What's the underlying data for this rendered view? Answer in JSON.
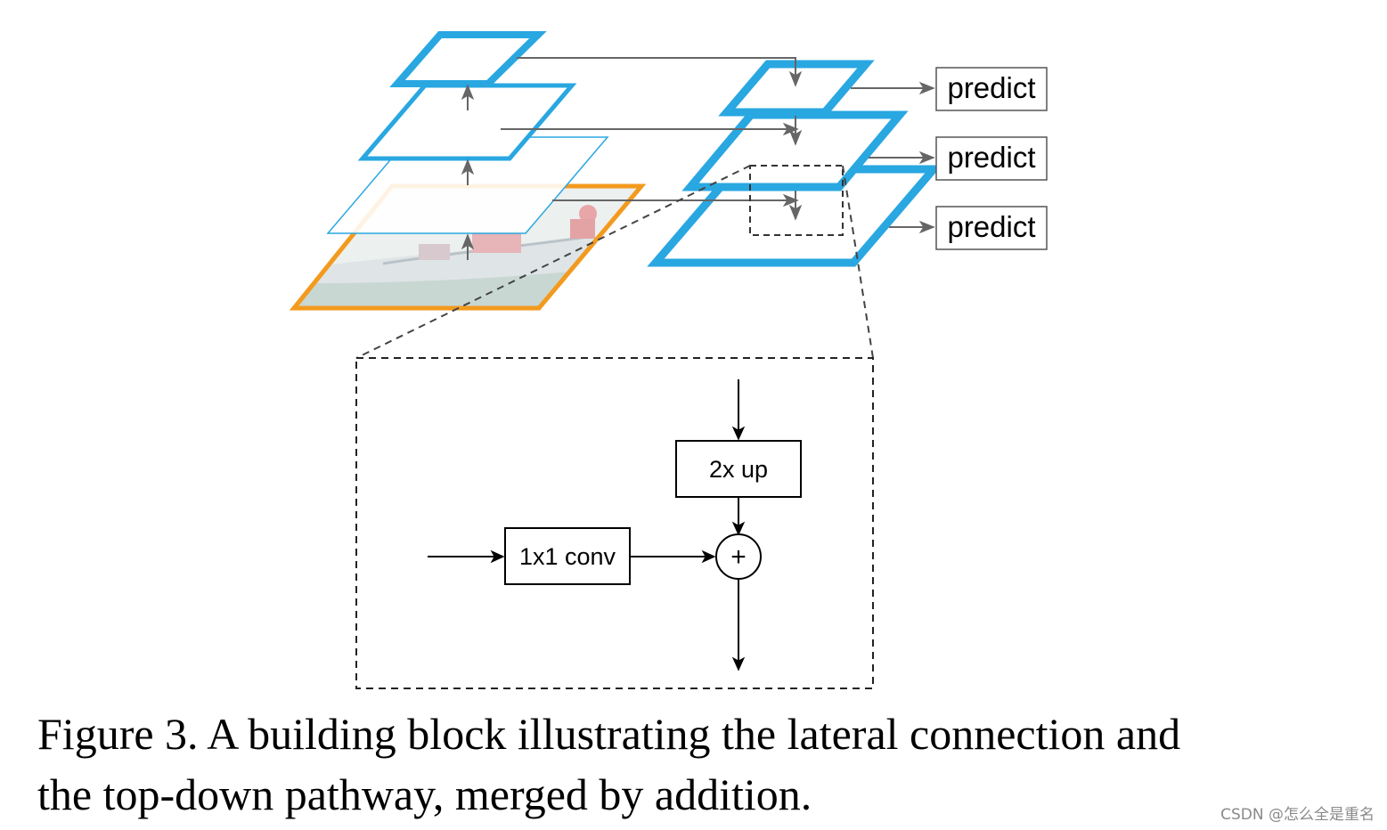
{
  "figure": {
    "predict_labels": [
      "predict",
      "predict",
      "predict"
    ],
    "block": {
      "upsample_label": "2x up",
      "lateral_label": "1x1 conv",
      "merge_symbol": "+"
    },
    "colors": {
      "feature_map": "#29a7e1",
      "input_image_border": "#f39a1e",
      "arrow": "#666666",
      "dashed": "#333333",
      "block_line": "#000000"
    }
  },
  "caption": {
    "line1": "Figure 3. A building block illustrating the lateral connection and",
    "line2": "the top-down pathway, merged by addition."
  },
  "watermark": "CSDN @怎么全是重名"
}
